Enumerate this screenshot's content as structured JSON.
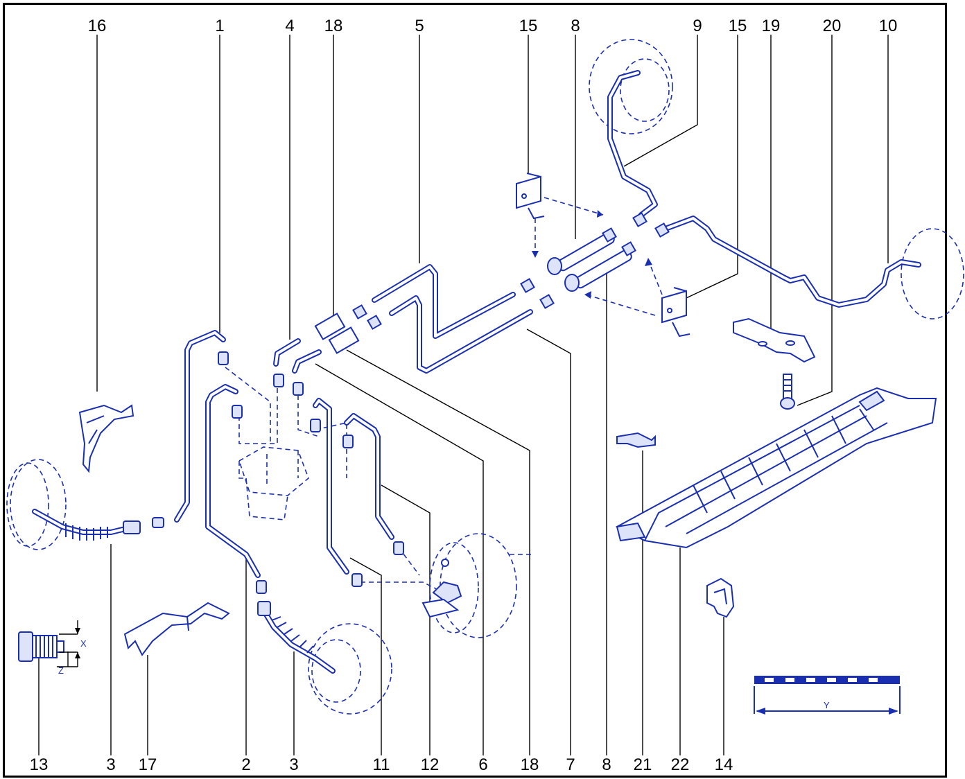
{
  "top_labels": [
    "16",
    "1",
    "4",
    "18",
    "5",
    "15",
    "8",
    "9",
    "15",
    "19",
    "20",
    "10"
  ],
  "bottom_labels": [
    "13",
    "3",
    "17",
    "2",
    "3",
    "11",
    "12",
    "6",
    "18",
    "7",
    "8",
    "21",
    "22",
    "14"
  ],
  "inset_labels": {
    "x": "X",
    "z": "Z",
    "scale": "Y"
  },
  "colors": {
    "drawing": "#1a2fb0",
    "leader": "#000000",
    "frame": "#000000"
  }
}
